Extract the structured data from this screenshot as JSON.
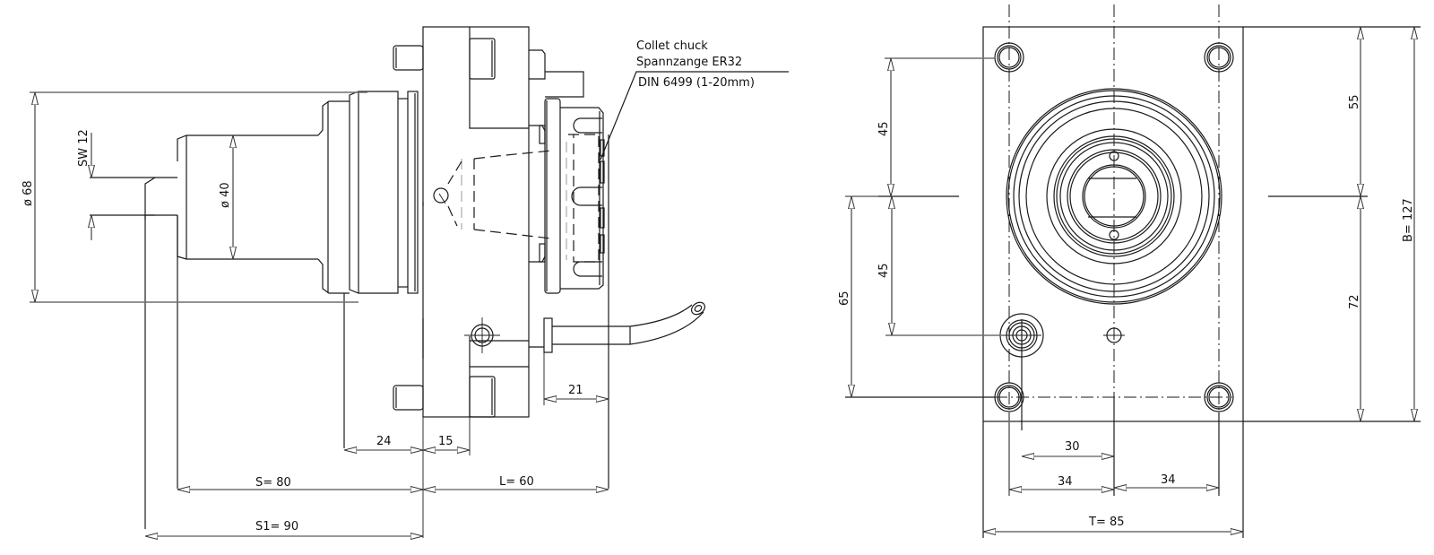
{
  "drawing": {
    "title": "Driven tool holder - technical drawing",
    "annotation": {
      "line1": "Collet chuck",
      "line2": "Spannzange ER32",
      "line3": "DIN 6499 (1-20mm)"
    },
    "side_view": {
      "dim_d68": "ø 68",
      "dim_d40": "ø 40",
      "dim_sw12": "SW 12",
      "dim_24": "24",
      "dim_15": "15",
      "dim_21": "21",
      "dim_S": "S=  80",
      "dim_L": "L=  60",
      "dim_S1": "S1=  90"
    },
    "front_view": {
      "dim_45_top": "45",
      "dim_45_bottom": "45",
      "dim_65": "65",
      "dim_55": "55",
      "dim_72": "72",
      "dim_B": "B= 127",
      "dim_30": "30",
      "dim_34_left": "34",
      "dim_34_right": "34",
      "dim_T": "T=  85"
    }
  },
  "colors": {
    "line": "#1a1a1a",
    "dimension_line": "#6e6e6e",
    "background": "#ffffff"
  }
}
